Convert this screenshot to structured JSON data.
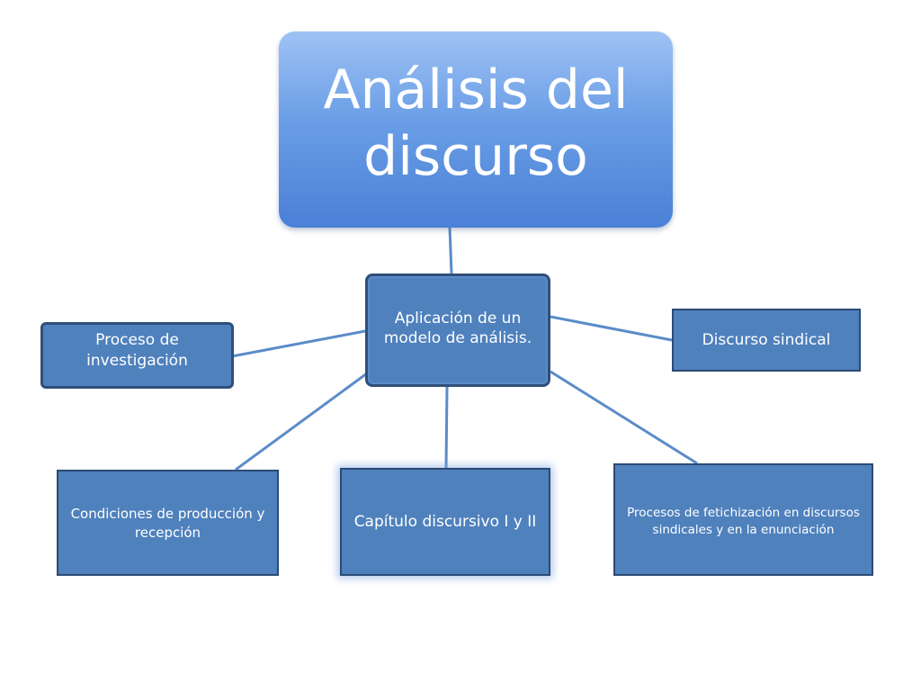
{
  "diagram": {
    "root": {
      "line1": "Análisis del",
      "line2": "discurso"
    },
    "hub": {
      "line1": "Aplicación de un",
      "line2": "modelo de análisis."
    },
    "proceso_investigacion": {
      "line1": "Proceso de",
      "line2": "investigación"
    },
    "discurso_sindical": {
      "label": "Discurso sindical"
    },
    "condiciones": {
      "line1": "Condiciones de producción y",
      "line2": "recepción"
    },
    "capitulo": {
      "label": "Capítulo discursivo I y II"
    },
    "procesos_fetichizacion": {
      "line1": "Procesos de fetichización en discursos",
      "line2": "sindicales y en la enunciación"
    }
  },
  "colors": {
    "node_fill": "#4f81bd",
    "node_border": "#2c4a74",
    "connector": "#5b8cc8",
    "root_gradient_top": "#9fc2f4",
    "root_gradient_bottom": "#4a80d6",
    "text": "#ffffff"
  }
}
